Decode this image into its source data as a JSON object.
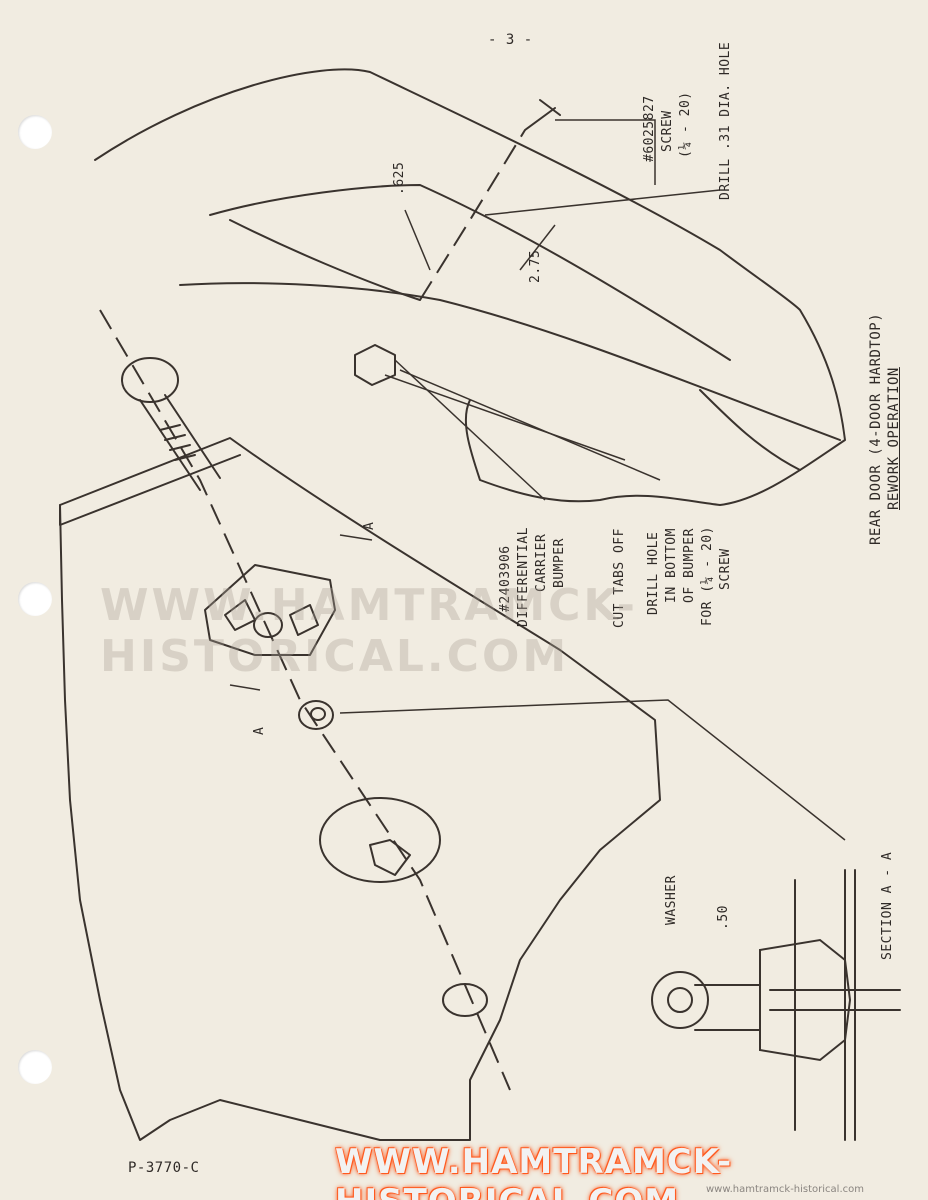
{
  "page_number": "- 3 -",
  "form_number": "P-3770-C",
  "title": {
    "line1": "REAR DOOR (4-DOOR HARDTOP)",
    "line2": "REWORK OPERATION"
  },
  "labels": {
    "screw_part": "#6025827",
    "screw_name": "SCREW",
    "screw_size": "(¼ - 20)",
    "drill_hole": "DRILL .31 DIA. HOLE",
    "dim_625": ".625",
    "dim_275": "2.75",
    "bumper_part": "#2403906",
    "bumper_l2": "DIFFERENTIAL",
    "bumper_l3": "CARRIER",
    "bumper_l4": "BUMPER",
    "cut_tabs": "CUT TABS OFF",
    "drill_l1": "DRILL HOLE",
    "drill_l2": "IN BOTTOM",
    "drill_l3": "OF BUMPER",
    "drill_l4": "FOR (¼ - 20)",
    "drill_l5": "SCREW",
    "section_a_top": "A",
    "section_a_left": "A",
    "washer": "WASHER",
    "dim_50": ".50",
    "section_title": "SECTION A - A"
  },
  "watermark": "WWW.HAMTRAMCK-HISTORICAL.COM",
  "banner": "WWW.HAMTRAMCK-HISTORICAL.COM",
  "banner_small": "www.hamtramck-historical.com"
}
